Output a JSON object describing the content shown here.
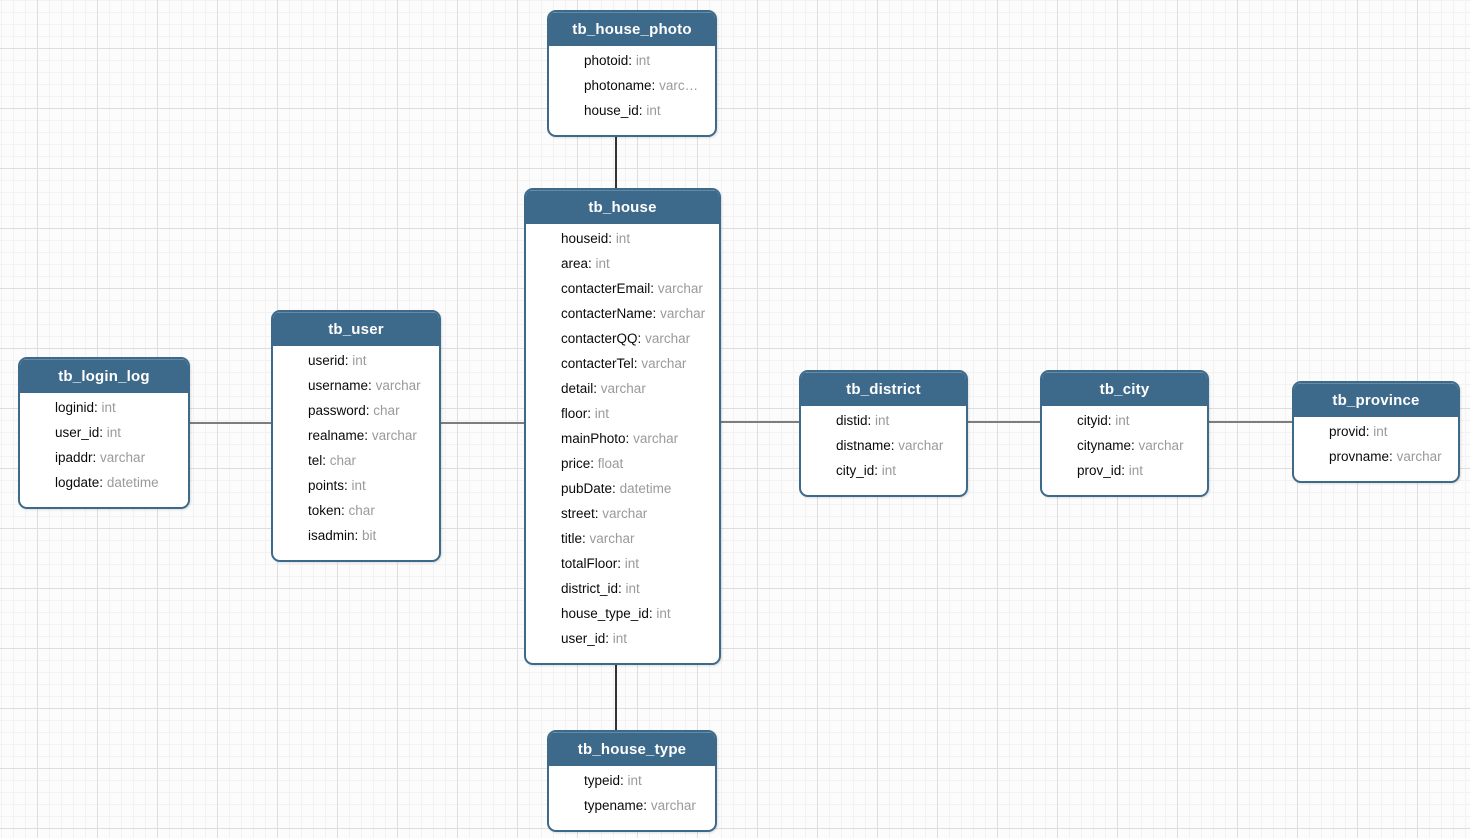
{
  "diagram": {
    "accent_color": "#3d6a8b",
    "horizontal_connector_color": "#7d7d7d",
    "vertical_connector_color": "#333333",
    "minor_grid_color": "#f2f2f2",
    "major_grid_color": "#dedede",
    "tables": [
      {
        "title": "tb_house_photo",
        "fields": [
          {
            "name": "photoid",
            "type": "int"
          },
          {
            "name": "photoname",
            "type": "varc…"
          },
          {
            "name": "house_id",
            "type": "int"
          }
        ]
      },
      {
        "title": "tb_house",
        "fields": [
          {
            "name": "houseid",
            "type": "int"
          },
          {
            "name": "area",
            "type": "int"
          },
          {
            "name": "contacterEmail",
            "type": "varchar"
          },
          {
            "name": "contacterName",
            "type": "varchar"
          },
          {
            "name": "contacterQQ",
            "type": "varchar"
          },
          {
            "name": "contacterTel",
            "type": "varchar"
          },
          {
            "name": "detail",
            "type": "varchar"
          },
          {
            "name": "floor",
            "type": "int"
          },
          {
            "name": "mainPhoto",
            "type": "varchar"
          },
          {
            "name": "price",
            "type": "float"
          },
          {
            "name": "pubDate",
            "type": "datetime"
          },
          {
            "name": "street",
            "type": "varchar"
          },
          {
            "name": "title",
            "type": "varchar"
          },
          {
            "name": "totalFloor",
            "type": "int"
          },
          {
            "name": "district_id",
            "type": "int"
          },
          {
            "name": "house_type_id",
            "type": "int"
          },
          {
            "name": "user_id",
            "type": "int"
          }
        ]
      },
      {
        "title": "tb_user",
        "fields": [
          {
            "name": "userid",
            "type": "int"
          },
          {
            "name": "username",
            "type": "varchar"
          },
          {
            "name": "password",
            "type": "char"
          },
          {
            "name": "realname",
            "type": "varchar"
          },
          {
            "name": "tel",
            "type": "char"
          },
          {
            "name": "points",
            "type": "int"
          },
          {
            "name": "token",
            "type": "char"
          },
          {
            "name": "isadmin",
            "type": "bit"
          }
        ]
      },
      {
        "title": "tb_login_log",
        "fields": [
          {
            "name": "loginid",
            "type": "int"
          },
          {
            "name": "user_id",
            "type": "int"
          },
          {
            "name": "ipaddr",
            "type": "varchar"
          },
          {
            "name": "logdate",
            "type": "datetime"
          }
        ]
      },
      {
        "title": "tb_district",
        "fields": [
          {
            "name": "distid",
            "type": "int"
          },
          {
            "name": "distname",
            "type": "varchar"
          },
          {
            "name": "city_id",
            "type": "int"
          }
        ]
      },
      {
        "title": "tb_city",
        "fields": [
          {
            "name": "cityid",
            "type": "int"
          },
          {
            "name": "cityname",
            "type": "varchar"
          },
          {
            "name": "prov_id",
            "type": "int"
          }
        ]
      },
      {
        "title": "tb_province",
        "fields": [
          {
            "name": "provid",
            "type": "int"
          },
          {
            "name": "provname",
            "type": "varchar"
          }
        ]
      },
      {
        "title": "tb_house_type",
        "fields": [
          {
            "name": "typeid",
            "type": "int"
          },
          {
            "name": "typename",
            "type": "varchar"
          }
        ]
      }
    ],
    "relationships": [
      {
        "from": "tb_house_photo",
        "to": "tb_house"
      },
      {
        "from": "tb_house",
        "to": "tb_house_type"
      },
      {
        "from": "tb_login_log",
        "to": "tb_user"
      },
      {
        "from": "tb_user",
        "to": "tb_house"
      },
      {
        "from": "tb_house",
        "to": "tb_district"
      },
      {
        "from": "tb_district",
        "to": "tb_city"
      },
      {
        "from": "tb_city",
        "to": "tb_province"
      }
    ]
  }
}
